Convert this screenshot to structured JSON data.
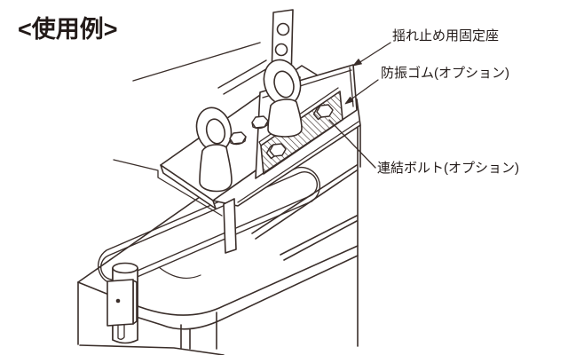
{
  "title": "<使用例>",
  "callouts": {
    "anti_sway_seat": "揺れ止め用固定座",
    "vibration_rubber": "防振ゴム(オプション)",
    "connecting_bolt": "連結ボルト(オプション)"
  },
  "colors": {
    "line": "#3a2e2a",
    "text": "#221a18",
    "background": "#ffffff"
  },
  "figure": {
    "type": "technical-line-drawing",
    "parts": [
      "hanging-strap",
      "eye-bolt",
      "anti-sway-fixing-plate",
      "rubber-pad",
      "connecting-bolt",
      "unit-body",
      "pipe-clamp"
    ]
  }
}
